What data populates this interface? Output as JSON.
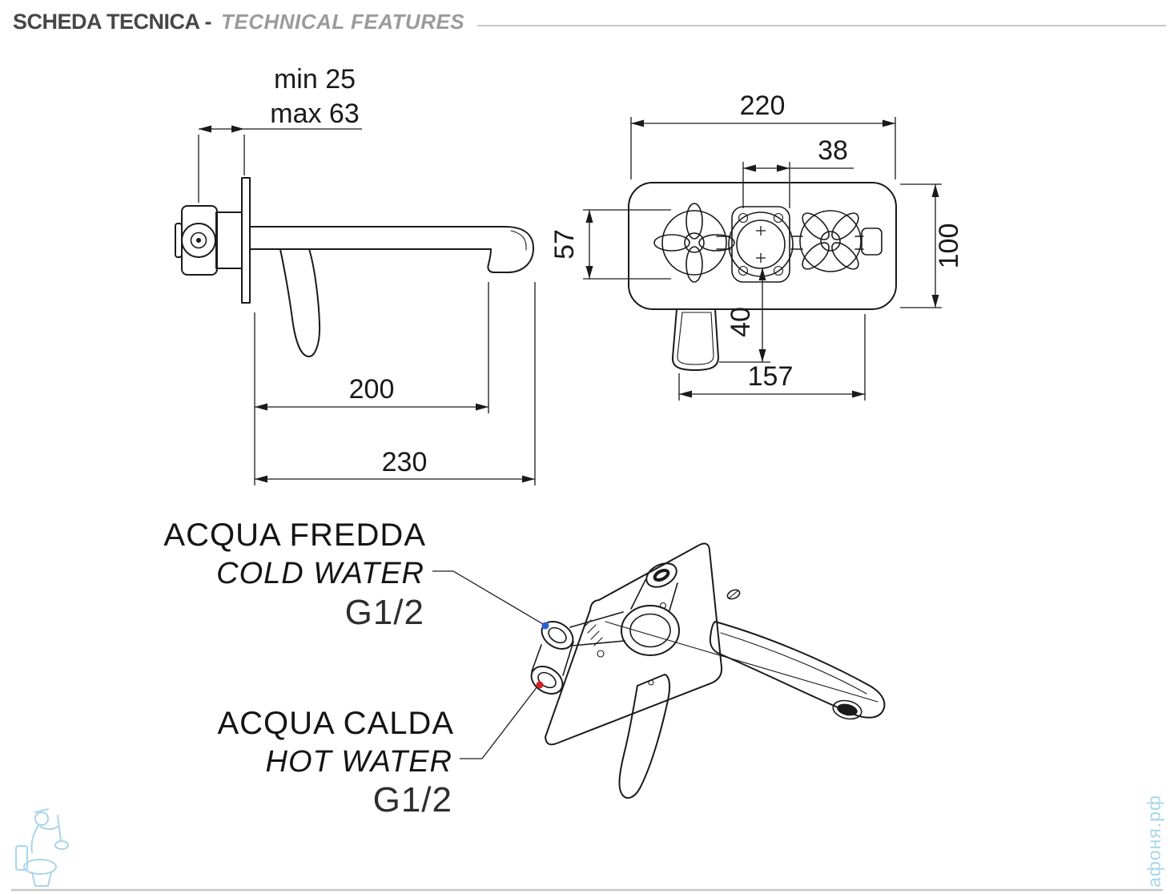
{
  "header": {
    "title": "SCHEDA TECNICA -",
    "subtitle": "TECHNICAL FEATURES"
  },
  "side_view": {
    "dim_depth_min": "min 25",
    "dim_depth_max": "max 63",
    "dim_spout_reach": "200",
    "dim_total_reach": "230"
  },
  "front_view": {
    "dim_width": "220",
    "dim_center_offset": "38",
    "dim_left_height": "57",
    "dim_right_height": "100",
    "dim_spout_drop": "40",
    "dim_span": "157"
  },
  "iso_view": {
    "cold": {
      "label_it": "ACQUA FREDDA",
      "label_en": "COLD WATER",
      "thread": "G1/2"
    },
    "hot": {
      "label_it": "ACQUA CALDA",
      "label_en": "HOT WATER",
      "thread": "G1/2"
    }
  },
  "watermark": {
    "site": "афоня.рф"
  },
  "colors": {
    "line": "#1a1a1a",
    "header_title": "#474747",
    "header_subtitle": "#9b9b9b",
    "rule": "#c9c9c9",
    "cold_dot": "#2b5fd9",
    "hot_dot": "#d62020",
    "watermark": "#a9d6e8"
  }
}
